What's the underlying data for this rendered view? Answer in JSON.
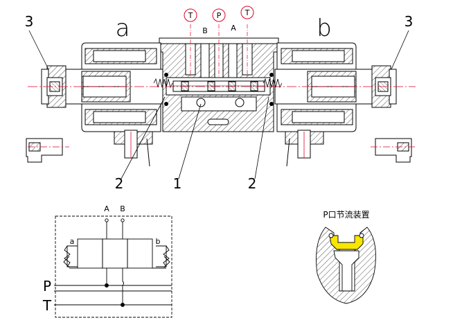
{
  "labels": {
    "port_T_left": "T",
    "port_P": "P",
    "port_T_right": "T",
    "port_B_body": "B",
    "port_A_body": "A",
    "solenoid_a": "a",
    "solenoid_b": "b",
    "callout_3_left": "3",
    "callout_3_right": "3",
    "callout_2_left": "2",
    "callout_1": "1",
    "callout_2_right": "2",
    "symbol_A": "A",
    "symbol_B": "B",
    "symbol_a": "a",
    "symbol_b": "b",
    "symbol_P": "P",
    "symbol_T": "T",
    "throttle_title": "P口节流装置"
  },
  "colors": {
    "line": "#000000",
    "centerline": "#e0002a",
    "port_circle": "#e0002a",
    "throttle_fill": "#f7e600"
  }
}
